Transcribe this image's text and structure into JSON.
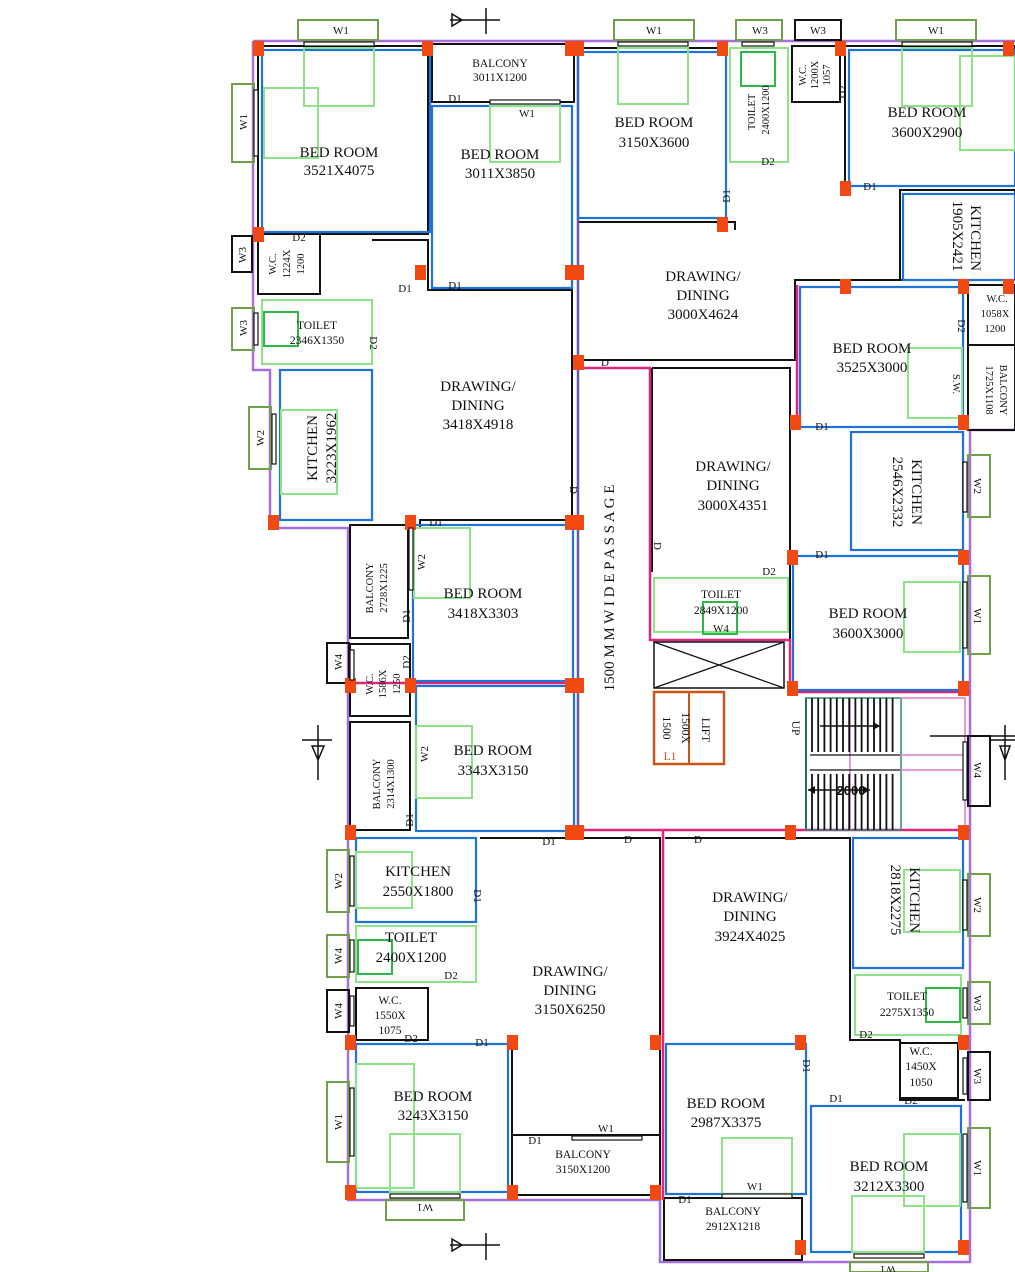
{
  "rooms": {
    "bed_nw": {
      "name": "BED ROOM",
      "dim": "3521X4075"
    },
    "bed_n2": {
      "name": "BED ROOM",
      "dim": "3011X3850"
    },
    "balc_n": {
      "name": "BALCONY",
      "dim": "3011X1200"
    },
    "bed_n3": {
      "name": "BED ROOM",
      "dim": "3150X3600"
    },
    "toilet_n": {
      "name": "TOILET",
      "dim": "2400X1200"
    },
    "wc_n": {
      "name": "W.C.",
      "dim1": "1200X",
      "dim2": "1057"
    },
    "bed_ne": {
      "name": "BED ROOM",
      "dim": "3600X2900"
    },
    "kitchen_ne": {
      "name": "KITCHEN",
      "dim": "1905X2421"
    },
    "wc_nw": {
      "name": "W.C.",
      "dim1": "1224X",
      "dim2": "1200"
    },
    "toilet_w": {
      "name": "TOILET",
      "dim": "2346X1350"
    },
    "drawing_n": {
      "name1": "DRAWING/",
      "name2": "DINING",
      "dim": "3000X4624"
    },
    "wc_e": {
      "name": "W.C.",
      "dim1": "1058X",
      "dim2": "1200"
    },
    "balc_e": {
      "name": "BALCONY",
      "dim": "1725X1108"
    },
    "sw": "S.W.",
    "bed_e1": {
      "name": "BED ROOM",
      "dim": "3525X3000"
    },
    "drawing_w": {
      "name1": "DRAWING/",
      "name2": "DINING",
      "dim": "3418X4918"
    },
    "kitchen_w": {
      "name": "KITCHEN",
      "dim": "3223X1962"
    },
    "drawing_c": {
      "name1": "DRAWING/",
      "name2": "DINING",
      "dim": "3000X4351"
    },
    "kitchen_e": {
      "name": "KITCHEN",
      "dim": "2546X2332"
    },
    "balc_w1": {
      "name": "BALCONY",
      "dim": "2728X1225"
    },
    "bed_w1": {
      "name": "BED ROOM",
      "dim": "3418X3303"
    },
    "toilet_c": {
      "name": "TOILET",
      "dim": "2849X1200"
    },
    "bed_e2": {
      "name": "BED ROOM",
      "dim": "3600X3000"
    },
    "wc_w": {
      "name": "W.C.",
      "dim1": "1586X",
      "dim2": "1250"
    },
    "lift": {
      "name": "LIFT",
      "dim1": "1500X",
      "dim2": "1500",
      "tag": "L1"
    },
    "up": "UP",
    "stair": "2000",
    "balc_w2": {
      "name": "BALCONY",
      "dim": "2314X1300"
    },
    "bed_w2": {
      "name": "BED ROOM",
      "dim": "3343X3150"
    },
    "passage": "1500 M M W I D E P A S S A G E",
    "kitchen_sw": {
      "name": "KITCHEN",
      "dim": "2550X1800"
    },
    "toilet_sw": {
      "name": "TOILET",
      "dim": "2400X1200"
    },
    "wc_sw": {
      "name": "W.C.",
      "dim1": "1550X",
      "dim2": "1075"
    },
    "drawing_sw": {
      "name1": "DRAWING/",
      "name2": "DINING",
      "dim": "3150X6250"
    },
    "bed_sw": {
      "name": "BED ROOM",
      "dim": "3243X3150"
    },
    "balc_s": {
      "name": "BALCONY",
      "dim": "3150X1200"
    },
    "drawing_se": {
      "name1": "DRAWING/",
      "name2": "DINING",
      "dim": "3924X4025"
    },
    "kitchen_se": {
      "name": "KITCHEN",
      "dim": "2818X2275"
    },
    "toilet_se": {
      "name": "TOILET",
      "dim": "2275X1350"
    },
    "wc_se": {
      "name": "W.C.",
      "dim1": "1450X",
      "dim2": "1050"
    },
    "bed_s2": {
      "name": "BED ROOM",
      "dim": "2987X3375"
    },
    "bed_se": {
      "name": "BED ROOM",
      "dim": "3212X3300"
    },
    "balc_se": {
      "name": "BALCONY",
      "dim": "2912X1218"
    }
  },
  "windows": {
    "w1": "W1",
    "w2": "W2",
    "w3": "W3",
    "w4": "W4"
  },
  "doors": {
    "d": "D",
    "d1": "D1",
    "d2": "D2"
  },
  "colors": {
    "outline_purple": "#a86ee0",
    "unit_pink": "#e0247a",
    "room_blue": "#1e73d8",
    "fixture_green": "#8ee38a",
    "window_olive": "#70a04a",
    "column_red": "#f04a12"
  }
}
